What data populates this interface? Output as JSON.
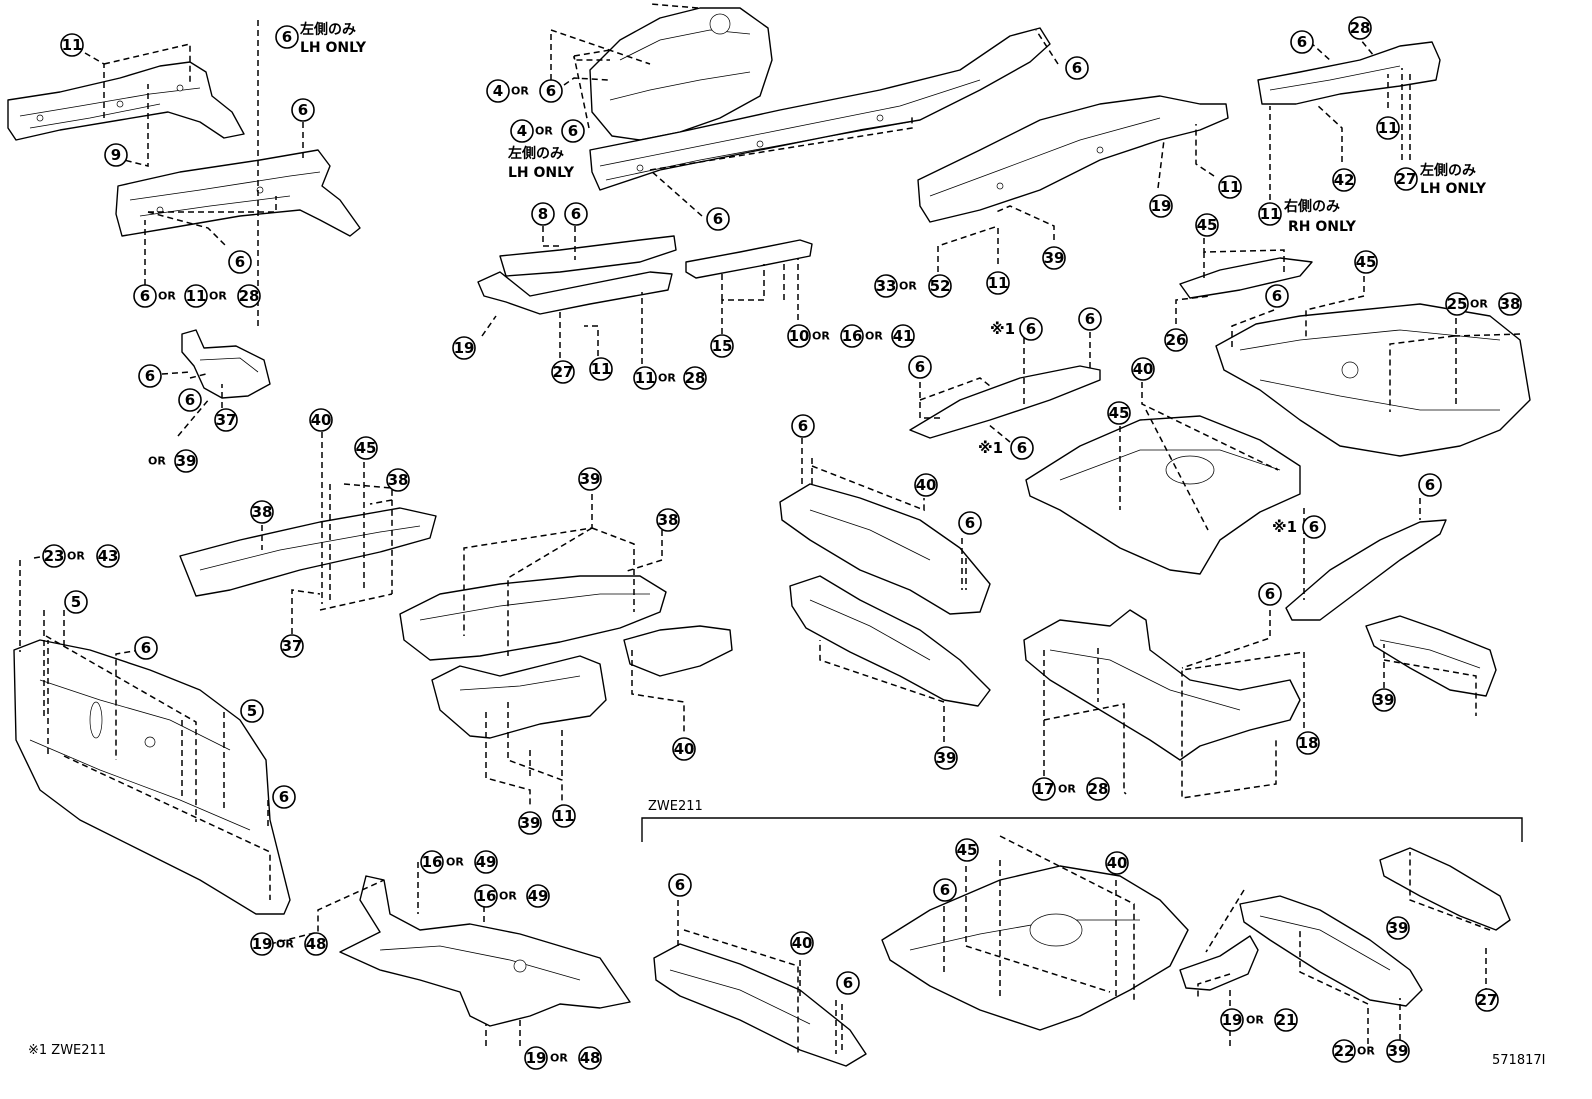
{
  "notes": {
    "lh_only_jp": "左側のみ",
    "lh_only_en": "LH ONLY",
    "rh_only_jp": "右側のみ",
    "rh_only_en": "RH ONLY",
    "or_word": "OR",
    "asterisk_mark": "※1",
    "group_label": "ZWE211",
    "footnote": "※1 ZWE211",
    "diagram_id": "571817I"
  },
  "callouts": [
    {
      "id": "c1",
      "text": "11"
    },
    {
      "id": "c2",
      "text": "6"
    },
    {
      "id": "c3",
      "text": "9"
    },
    {
      "id": "c4",
      "text": "6"
    },
    {
      "id": "c5",
      "text": "6"
    },
    {
      "id": "c6",
      "text": "6"
    },
    {
      "id": "c7",
      "text": "11"
    },
    {
      "id": "c8",
      "text": "28"
    },
    {
      "id": "c9",
      "text": "4"
    },
    {
      "id": "c10",
      "text": "6"
    },
    {
      "id": "c11",
      "text": "4"
    },
    {
      "id": "c12",
      "text": "6"
    },
    {
      "id": "c13",
      "text": "6"
    },
    {
      "id": "c14",
      "text": "6"
    },
    {
      "id": "c15",
      "text": "8"
    },
    {
      "id": "c16",
      "text": "6"
    },
    {
      "id": "c17",
      "text": "19"
    },
    {
      "id": "c18",
      "text": "27"
    },
    {
      "id": "c19",
      "text": "11"
    },
    {
      "id": "c20",
      "text": "11"
    },
    {
      "id": "c21",
      "text": "28"
    },
    {
      "id": "c22",
      "text": "15"
    },
    {
      "id": "c23",
      "text": "10"
    },
    {
      "id": "c24",
      "text": "16"
    },
    {
      "id": "c25",
      "text": "41"
    },
    {
      "id": "c26",
      "text": "28"
    },
    {
      "id": "c27",
      "text": "6"
    },
    {
      "id": "c28",
      "text": "11"
    },
    {
      "id": "c29",
      "text": "42"
    },
    {
      "id": "c30",
      "text": "27"
    },
    {
      "id": "c31",
      "text": "11"
    },
    {
      "id": "c32",
      "text": "19"
    },
    {
      "id": "c33",
      "text": "11"
    },
    {
      "id": "c34",
      "text": "39"
    },
    {
      "id": "c35",
      "text": "33"
    },
    {
      "id": "c36",
      "text": "52"
    },
    {
      "id": "c37",
      "text": "11"
    },
    {
      "id": "c38",
      "text": "45"
    },
    {
      "id": "c39",
      "text": "26"
    },
    {
      "id": "c40",
      "text": "45"
    },
    {
      "id": "c41",
      "text": "6"
    },
    {
      "id": "c42",
      "text": "25"
    },
    {
      "id": "c43",
      "text": "38"
    },
    {
      "id": "c44",
      "text": "6"
    },
    {
      "id": "c45",
      "text": "6"
    },
    {
      "id": "c46",
      "text": "6"
    },
    {
      "id": "c47",
      "text": "6"
    },
    {
      "id": "c48",
      "text": "40"
    },
    {
      "id": "c49",
      "text": "45"
    },
    {
      "id": "c50",
      "text": "6"
    },
    {
      "id": "c51",
      "text": "6"
    },
    {
      "id": "c52",
      "text": "39"
    },
    {
      "id": "c53",
      "text": "37"
    },
    {
      "id": "c54",
      "text": "40"
    },
    {
      "id": "c55",
      "text": "45"
    },
    {
      "id": "c56",
      "text": "38"
    },
    {
      "id": "c57",
      "text": "38"
    },
    {
      "id": "c58",
      "text": "37"
    },
    {
      "id": "c59",
      "text": "39"
    },
    {
      "id": "c60",
      "text": "38"
    },
    {
      "id": "c61",
      "text": "6"
    },
    {
      "id": "c62",
      "text": "40"
    },
    {
      "id": "c63",
      "text": "6"
    },
    {
      "id": "c64",
      "text": "23"
    },
    {
      "id": "c65",
      "text": "43"
    },
    {
      "id": "c66",
      "text": "5"
    },
    {
      "id": "c67",
      "text": "6"
    },
    {
      "id": "c68",
      "text": "5"
    },
    {
      "id": "c69",
      "text": "6"
    },
    {
      "id": "c70",
      "text": "40"
    },
    {
      "id": "c71",
      "text": "39"
    },
    {
      "id": "c72",
      "text": "11"
    },
    {
      "id": "c73",
      "text": "39"
    },
    {
      "id": "c74",
      "text": "6"
    },
    {
      "id": "c75",
      "text": "6"
    },
    {
      "id": "c76",
      "text": "6"
    },
    {
      "id": "c77",
      "text": "18"
    },
    {
      "id": "c78",
      "text": "17"
    },
    {
      "id": "c79",
      "text": "28"
    },
    {
      "id": "c80",
      "text": "39"
    },
    {
      "id": "c81",
      "text": "16"
    },
    {
      "id": "c82",
      "text": "49"
    },
    {
      "id": "c83",
      "text": "16"
    },
    {
      "id": "c84",
      "text": "49"
    },
    {
      "id": "c85",
      "text": "19"
    },
    {
      "id": "c86",
      "text": "48"
    },
    {
      "id": "c87",
      "text": "19"
    },
    {
      "id": "c88",
      "text": "48"
    },
    {
      "id": "c89",
      "text": "6"
    },
    {
      "id": "c90",
      "text": "40"
    },
    {
      "id": "c91",
      "text": "6"
    },
    {
      "id": "c92",
      "text": "45"
    },
    {
      "id": "c93",
      "text": "40"
    },
    {
      "id": "c94",
      "text": "6"
    },
    {
      "id": "c95",
      "text": "19"
    },
    {
      "id": "c96",
      "text": "21"
    },
    {
      "id": "c97",
      "text": "22"
    },
    {
      "id": "c98",
      "text": "39"
    },
    {
      "id": "c99",
      "text": "39"
    },
    {
      "id": "c100",
      "text": "27"
    }
  ]
}
